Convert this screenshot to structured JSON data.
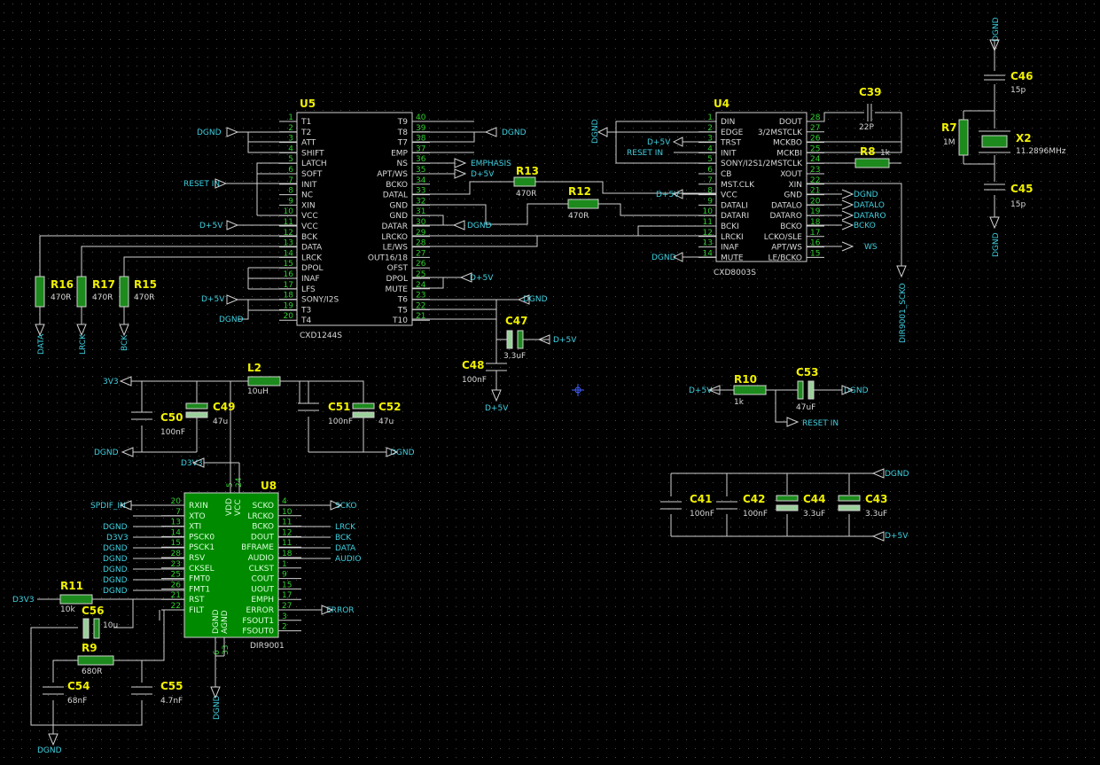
{
  "u5": {
    "ref": "U5",
    "part": "CXD1244S",
    "left": [
      [
        "1",
        "T1"
      ],
      [
        "2",
        "T2"
      ],
      [
        "3",
        "ATT"
      ],
      [
        "4",
        "SHIFT"
      ],
      [
        "5",
        "LATCH"
      ],
      [
        "6",
        "SOFT"
      ],
      [
        "7",
        "INIT"
      ],
      [
        "8",
        "NC"
      ],
      [
        "9",
        "XIN"
      ],
      [
        "10",
        "VCC"
      ],
      [
        "11",
        "VCC"
      ],
      [
        "12",
        "BCK"
      ],
      [
        "13",
        "DATA"
      ],
      [
        "14",
        "LRCK"
      ],
      [
        "15",
        "DPOL"
      ],
      [
        "16",
        "INAF"
      ],
      [
        "17",
        "LFS"
      ],
      [
        "18",
        "SONY/I2S"
      ],
      [
        "19",
        "T3"
      ],
      [
        "20",
        "T4"
      ]
    ],
    "right": [
      [
        "40",
        "T9"
      ],
      [
        "39",
        "T8"
      ],
      [
        "38",
        "T7"
      ],
      [
        "37",
        "EMP"
      ],
      [
        "36",
        "NS"
      ],
      [
        "35",
        "APT/WS"
      ],
      [
        "34",
        "BCKO"
      ],
      [
        "33",
        "DATAL"
      ],
      [
        "32",
        "GND"
      ],
      [
        "31",
        "GND"
      ],
      [
        "30",
        "DATAR"
      ],
      [
        "29",
        "LRCKO"
      ],
      [
        "28",
        "LE/WS"
      ],
      [
        "27",
        "OUT16/18"
      ],
      [
        "26",
        "OFST"
      ],
      [
        "25",
        "DPOL"
      ],
      [
        "24",
        "MUTE"
      ],
      [
        "23",
        "T6"
      ],
      [
        "22",
        "T5"
      ],
      [
        "21",
        "T10"
      ]
    ]
  },
  "u4": {
    "ref": "U4",
    "part": "CXD8003S",
    "left": [
      [
        "1",
        "DIN"
      ],
      [
        "2",
        "EDGE"
      ],
      [
        "3",
        "TRST"
      ],
      [
        "4",
        "INIT"
      ],
      [
        "5",
        "SONY/I2S"
      ],
      [
        "6",
        "CB"
      ],
      [
        "7",
        "MST.CLK"
      ],
      [
        "8",
        "VCC"
      ],
      [
        "9",
        "DATALI"
      ],
      [
        "10",
        "DATARI"
      ],
      [
        "11",
        "BCKI"
      ],
      [
        "12",
        "LRCKI"
      ],
      [
        "13",
        "INAF"
      ],
      [
        "14",
        "MUTE"
      ]
    ],
    "right": [
      [
        "28",
        "DOUT"
      ],
      [
        "27",
        "3/2MSTCLK"
      ],
      [
        "26",
        "MCKBO"
      ],
      [
        "25",
        "MCKBI"
      ],
      [
        "24",
        "1/2MSTCLK"
      ],
      [
        "23",
        "XOUT"
      ],
      [
        "22",
        "XIN"
      ],
      [
        "21",
        "GND"
      ],
      [
        "20",
        "DATALO"
      ],
      [
        "19",
        "DATARO"
      ],
      [
        "18",
        "BCKO"
      ],
      [
        "17",
        "LCKO/SLE"
      ],
      [
        "16",
        "APT/WS"
      ],
      [
        "15",
        "LE/BCKO"
      ]
    ]
  },
  "u8": {
    "ref": "U8",
    "part": "DIR9001",
    "left": [
      [
        "20",
        "RXIN"
      ],
      [
        "7",
        "XTO"
      ],
      [
        "13",
        "XTI"
      ],
      [
        "14",
        "PSCK0"
      ],
      [
        "15",
        "PSCK1"
      ],
      [
        "28",
        "RSV"
      ],
      [
        "23",
        "CKSEL"
      ],
      [
        "25",
        "FMT0"
      ],
      [
        "26",
        "FMT1"
      ],
      [
        "21",
        "RST"
      ],
      [
        "22",
        "FILT"
      ]
    ],
    "right": [
      [
        "4",
        "SCKO"
      ],
      [
        "10",
        "LRCKO"
      ],
      [
        "11",
        "BCKO"
      ],
      [
        "12",
        "DOUT"
      ],
      [
        "11",
        "BFRAME"
      ],
      [
        "18",
        "AUDIO"
      ],
      [
        "1",
        "CLKST"
      ],
      [
        "9",
        "COUT"
      ],
      [
        "15",
        "UOUT"
      ],
      [
        "17",
        "EMPH"
      ],
      [
        "27",
        "ERROR"
      ],
      [
        "3",
        "FSOUT1"
      ],
      [
        "2",
        "FSOUT0"
      ]
    ],
    "vpins": [
      [
        "5",
        "VDD"
      ],
      [
        "24",
        "VCC"
      ],
      [
        "6",
        "DGND"
      ],
      [
        "33",
        "AGND"
      ]
    ]
  },
  "components": [
    {
      "ref": "R16",
      "value": "470R"
    },
    {
      "ref": "R17",
      "value": "470R"
    },
    {
      "ref": "R15",
      "value": "470R"
    },
    {
      "ref": "R13",
      "value": "470R"
    },
    {
      "ref": "R12",
      "value": "470R"
    },
    {
      "ref": "R8",
      "value": "1k"
    },
    {
      "ref": "R7",
      "value": "1M"
    },
    {
      "ref": "R10",
      "value": "1k"
    },
    {
      "ref": "R11",
      "value": "10k"
    },
    {
      "ref": "R9",
      "value": "680R"
    },
    {
      "ref": "C39",
      "value": "22P"
    },
    {
      "ref": "C46",
      "value": "15p"
    },
    {
      "ref": "C45",
      "value": "15p"
    },
    {
      "ref": "C47",
      "value": "3.3uF"
    },
    {
      "ref": "C48",
      "value": "100nF"
    },
    {
      "ref": "C53",
      "value": "47uF"
    },
    {
      "ref": "C50",
      "value": "100nF"
    },
    {
      "ref": "C49",
      "value": "47u"
    },
    {
      "ref": "C51",
      "value": "100nF"
    },
    {
      "ref": "C52",
      "value": "47u"
    },
    {
      "ref": "C41",
      "value": "100nF"
    },
    {
      "ref": "C42",
      "value": "100nF"
    },
    {
      "ref": "C44",
      "value": "3.3uF"
    },
    {
      "ref": "C43",
      "value": "3.3uF"
    },
    {
      "ref": "C56",
      "value": "10u"
    },
    {
      "ref": "C54",
      "value": "68nF"
    },
    {
      "ref": "C55",
      "value": "4.7nF"
    },
    {
      "ref": "L2",
      "value": "10uH"
    },
    {
      "ref": "X2",
      "value": "11.2896MHz"
    }
  ],
  "nets": {
    "dgnd": "DGND",
    "d5v": "D+5V",
    "reset_in": "RESET IN",
    "emphasis": "EMPHASIS",
    "data": "DATA",
    "lrck": "LRCK",
    "bck": "BCK",
    "dir_scko": "DIR9001_SCKO",
    "ws": "WS",
    "datalo": "DATALO",
    "dataro": "DATARO",
    "bcko": "BCKO",
    "v3v3": "3V3",
    "d3v3": "D3V3",
    "spdif_in": "SPDIF_IN",
    "scko": "SCKO",
    "audio": "AUDIO",
    "error": "ERROR",
    "d3v3b": "D3V3"
  },
  "colors": {
    "background": "#000000",
    "grid": "#4a4a4a",
    "wire": "#d0d0d0",
    "net_label": "#3fd0e0",
    "pin_number": "#2fd02f",
    "designator": "#f0f000",
    "value": "#d8d8d8",
    "ic_fill": "#008a00",
    "component": "#1d8a1d"
  }
}
